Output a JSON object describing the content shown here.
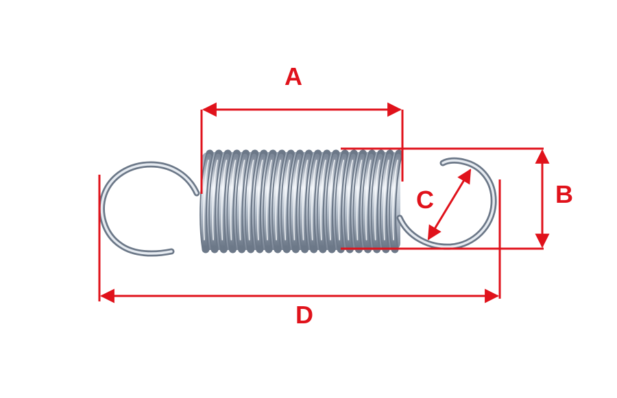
{
  "labels": {
    "a": "A",
    "b": "B",
    "c": "C",
    "d": "D"
  },
  "colors": {
    "dimension": "#e0121b",
    "wire_mid": "#a9b4c2",
    "wire_dark": "#6c7888",
    "wire_light": "#eef2f7",
    "coil_shadow": "#8e99a8"
  },
  "spring": {
    "coil_count": 22
  }
}
